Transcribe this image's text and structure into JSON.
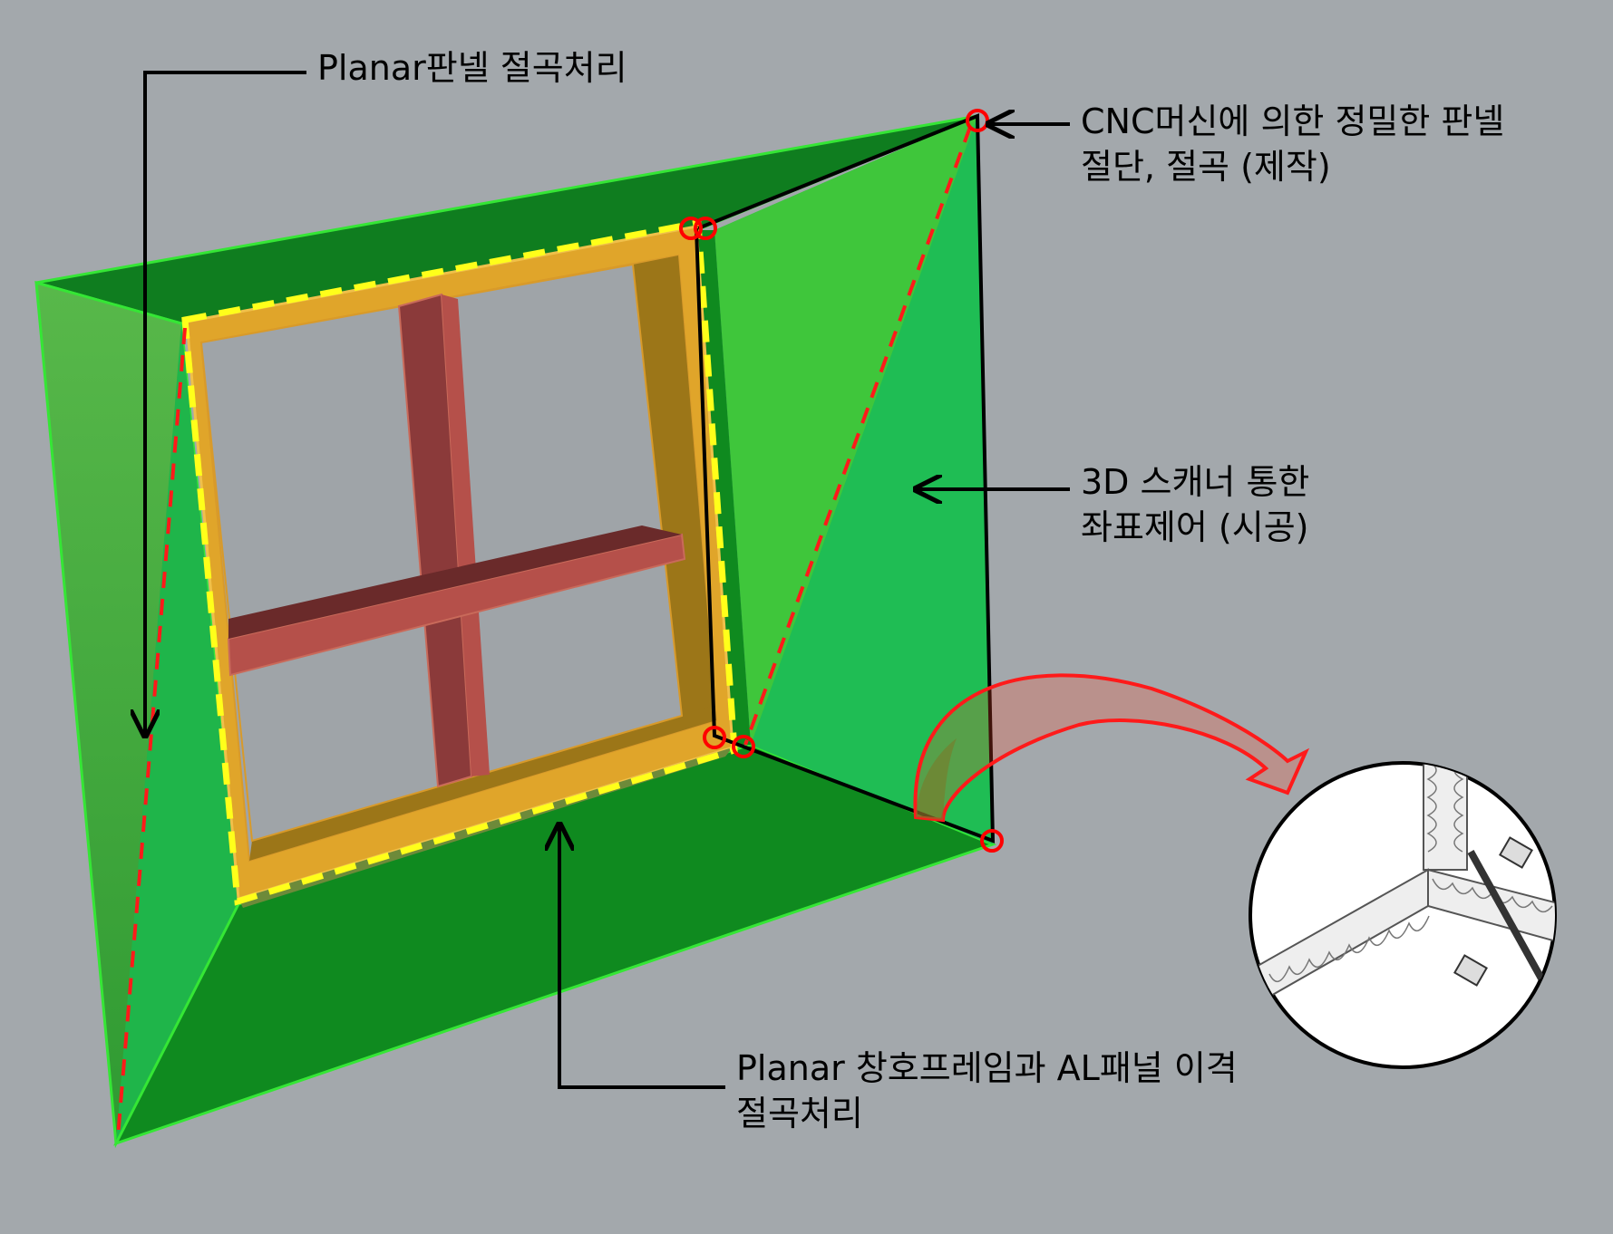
{
  "annotations": {
    "top_left": {
      "line1": "Planar판넬 절곡처리"
    },
    "top_right": {
      "line1": "CNC머신에 의한 정밀한 판넬",
      "line2": "절단, 절곡 (제작)"
    },
    "middle_right": {
      "line1": "3D 스캐너 통한",
      "line2": "좌표제어 (시공)"
    },
    "bottom": {
      "line1": "Planar 창호프레임과 AL패널 이격",
      "line2": "절곡처리"
    }
  },
  "colors": {
    "background": "#a3a8ac",
    "panel_green": "#1fb54a",
    "panel_light_green": "#3fc63b",
    "panel_dark_green": "#0f8a1f",
    "frame_gold": "#e0a52a",
    "mullion_red": "#8b3a3a",
    "dashed_red": "#ff1a1a",
    "dashed_yellow": "#ffff1a",
    "marker_red": "#ff0000"
  }
}
